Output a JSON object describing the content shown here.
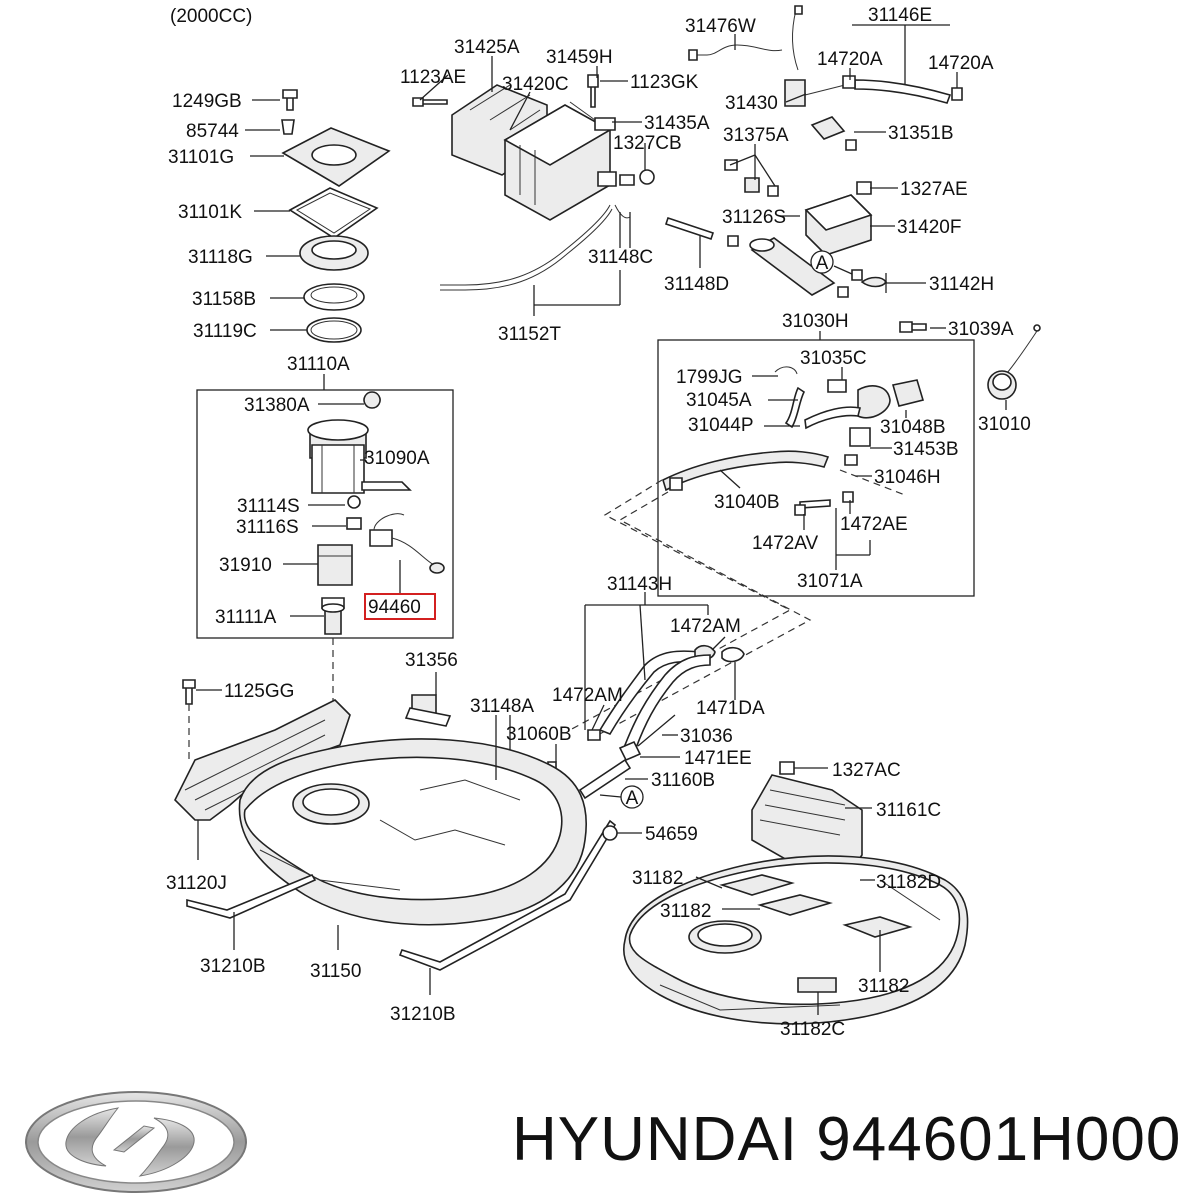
{
  "header": {
    "engine": "(2000CC)"
  },
  "brand": {
    "text": "HYUNDAI 944601H000"
  },
  "callouts": {
    "c1": "A",
    "c2": "A"
  },
  "labels": [
    "31476W",
    "31146E",
    "31425A",
    "31459H",
    "1123AE",
    "31420C",
    "1123GK",
    "14720A",
    "14720A",
    "31430",
    "1249GB",
    "31435A",
    "85744",
    "31375A",
    "31351B",
    "1327CB",
    "31101G",
    "1327AE",
    "31101K",
    "31126S",
    "31420F",
    "31118G",
    "31148C",
    "31148D",
    "31142H",
    "31158B",
    "31152T",
    "31119C",
    "31030H",
    "31039A",
    "31110A",
    "31035C",
    "1799JG",
    "31380A",
    "31045A",
    "31048B",
    "31010",
    "31090A",
    "31044P",
    "31453B",
    "31046H",
    "31114S",
    "31040B",
    "31116S",
    "1472AE",
    "1472AV",
    "31910",
    "31071A",
    "31143H",
    "94460",
    "31111A",
    "1472AM",
    "31356",
    "1125GG",
    "1472AM",
    "31148A",
    "1471DA",
    "31060B",
    "31036",
    "1471EE",
    "31160B",
    "1327AC",
    "31161C",
    "54659",
    "31120J",
    "31182",
    "31182D",
    "31182",
    "31182",
    "31210B",
    "31150",
    "31182C",
    "31210B"
  ]
}
